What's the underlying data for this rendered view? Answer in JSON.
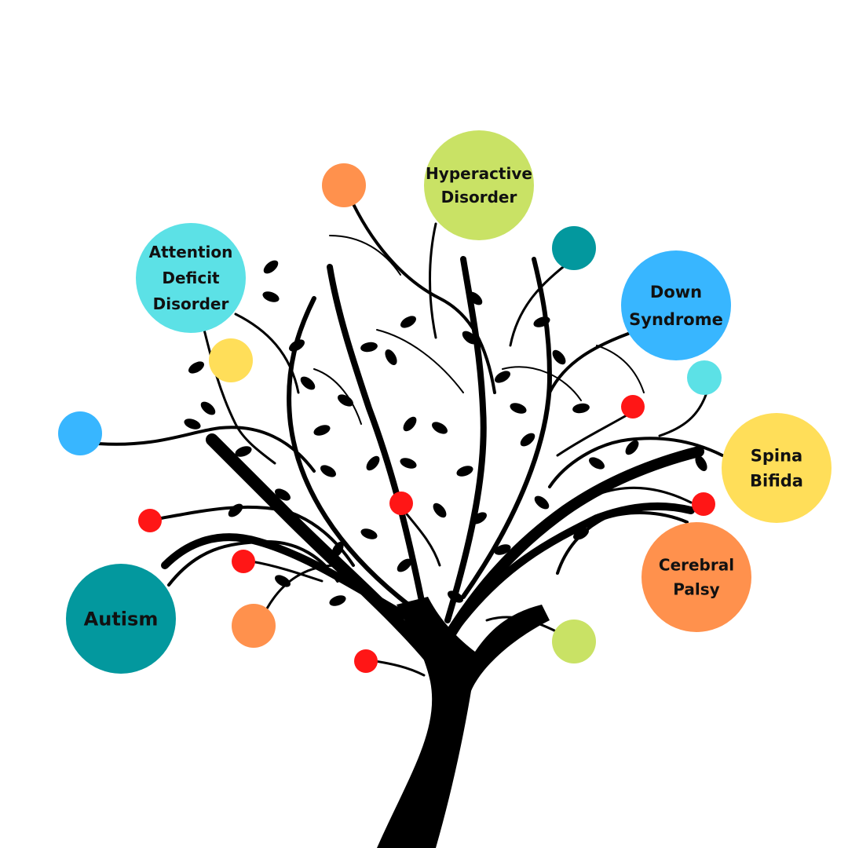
{
  "palette": {
    "background": "#ffffff",
    "tree": "#000000",
    "lime": "#c9e265",
    "orange": "#ff914d",
    "teal": "#03989e",
    "cyan": "#5ce1e6",
    "blue": "#38b6ff",
    "yellow": "#ffde59",
    "red": "#ff1616"
  },
  "nodes": [
    {
      "id": "hyperactive-disorder",
      "lines": [
        "Hyperactive",
        "Disorder"
      ],
      "color": "#c9e265"
    },
    {
      "id": "attention-deficit-disorder",
      "lines": [
        "Attention",
        "Deficit",
        "Disorder"
      ],
      "color": "#5ce1e6"
    },
    {
      "id": "down-syndrome",
      "lines": [
        "Down",
        "Syndrome"
      ],
      "color": "#38b6ff"
    },
    {
      "id": "spina-bifida",
      "lines": [
        "Spina",
        "Bifida"
      ],
      "color": "#ffde59"
    },
    {
      "id": "cerebral-palsy",
      "lines": [
        "Cerebral",
        "Palsy"
      ],
      "color": "#ff914d"
    },
    {
      "id": "autism",
      "lines": [
        "Autism"
      ],
      "color": "#03989e"
    }
  ],
  "decorative_dots": [
    {
      "color": "#ff914d"
    },
    {
      "color": "#03989e"
    },
    {
      "color": "#ffde59"
    },
    {
      "color": "#38b6ff"
    },
    {
      "color": "#5ce1e6"
    },
    {
      "color": "#ff1616"
    },
    {
      "color": "#ff1616"
    },
    {
      "color": "#ff1616"
    },
    {
      "color": "#ff1616"
    },
    {
      "color": "#ff1616"
    },
    {
      "color": "#ff914d"
    },
    {
      "color": "#ff1616"
    },
    {
      "color": "#c9e265"
    }
  ]
}
